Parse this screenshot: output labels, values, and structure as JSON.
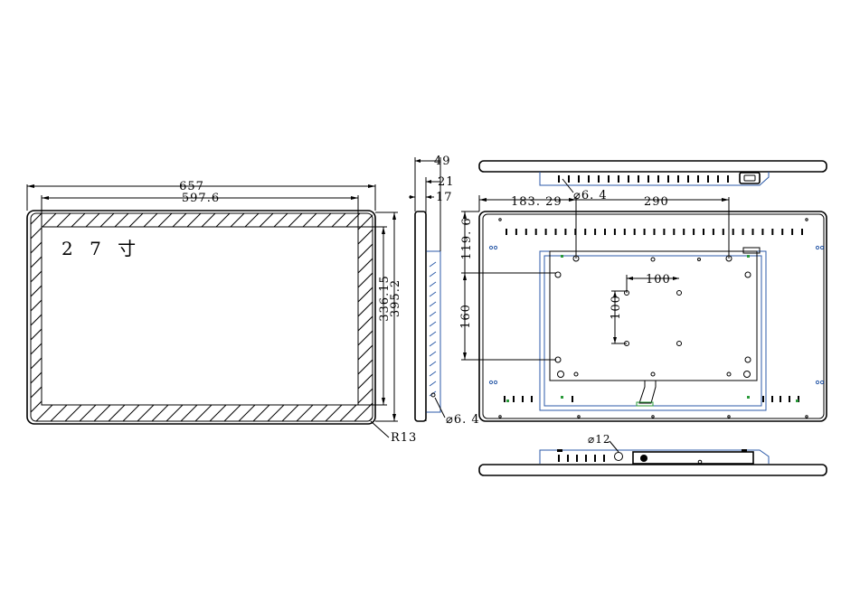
{
  "front_view": {
    "width_outer": "657",
    "width_screen": "597.6",
    "height_outer": "395.2",
    "height_screen": "336.15",
    "corner_radius": "R13",
    "size_label": "2 7 寸"
  },
  "side_view": {
    "depth_total": "49",
    "depth_mid": "21",
    "depth_front": "17",
    "hole_diameter": "⌀6. 4"
  },
  "rear_view": {
    "offset_x": "183. 29",
    "hole_span_x": "290",
    "offset_y": "119. 6",
    "hole_span_y": "160",
    "vesa_x": "100",
    "vesa_y": "100",
    "top_hole": "⌀6. 4",
    "bottom_hole": "⌀12"
  },
  "colors": {
    "line": "#000000",
    "panel_outline": "#2b5aa8",
    "accent": "#2a9a3a"
  }
}
